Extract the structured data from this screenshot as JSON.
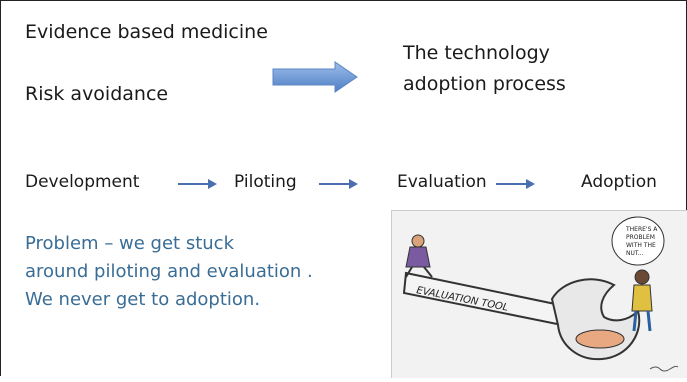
{
  "title_left": {
    "line1": "Evidence based medicine",
    "line2": "Risk avoidance"
  },
  "title_right": {
    "line1": "The technology",
    "line2": "adoption process"
  },
  "process": {
    "steps": [
      "Development",
      "Piloting",
      "Evaluation",
      "Adoption"
    ]
  },
  "problem": {
    "line1": "Problem – we get stuck",
    "line2": "around piloting and evaluation .",
    "line3": "We never get to adoption."
  },
  "cartoon": {
    "wrench_text": "EVALUATION TOOL",
    "speech_line1": "THERE'S A",
    "speech_line2": "PROBLEM",
    "speech_line3": "WITH THE",
    "speech_line4": "NUT..."
  },
  "colors": {
    "arrow_fill": "#6f9bd8",
    "problem_text": "#3a6d95",
    "small_arrow": "#4a6fb0"
  }
}
